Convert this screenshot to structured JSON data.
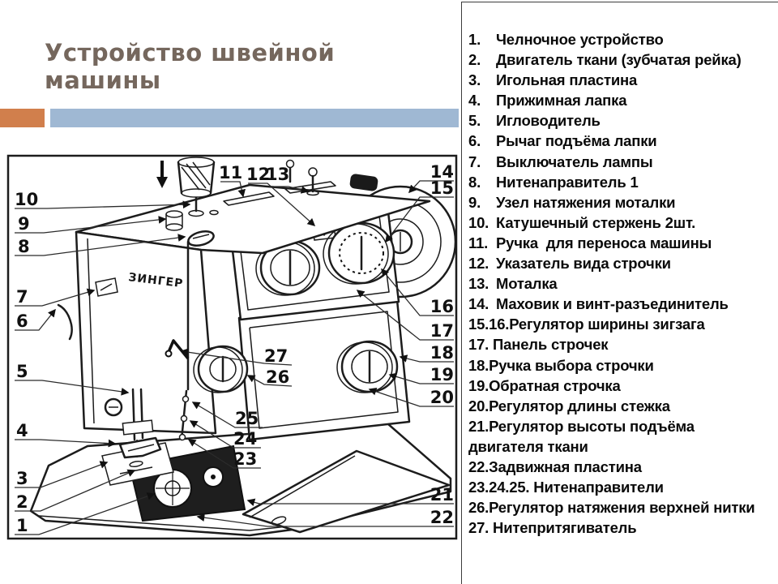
{
  "slide": {
    "title": "Устройство швейной машины",
    "title_color": "#75675d",
    "accent_colors": {
      "orange": "#d17f4c",
      "blue": "#9fb8d3"
    }
  },
  "diagram": {
    "brand_label": "ЗИНГЕР",
    "callouts": [
      "1",
      "2",
      "3",
      "4",
      "5",
      "6",
      "7",
      "8",
      "9",
      "10",
      "11",
      "12",
      "13",
      "14",
      "15",
      "16",
      "17",
      "18",
      "19",
      "20",
      "21",
      "22",
      "23",
      "24",
      "25",
      "26",
      "27"
    ]
  },
  "parts_list": {
    "items": [
      {
        "num": "1.",
        "text": "Челночное устройство"
      },
      {
        "num": "2.",
        "text": "Двигатель ткани (зубчатая рейка)"
      },
      {
        "num": "3.",
        "text": "Игольная пластина"
      },
      {
        "num": "4.",
        "text": "Прижимная лапка"
      },
      {
        "num": "5.",
        "text": "Игловодитель"
      },
      {
        "num": "6.",
        "text": "Рычаг подъёма лапки"
      },
      {
        "num": "7.",
        "text": "Выключатель лампы"
      },
      {
        "num": "8.",
        "text": "Нитенаправитель 1"
      },
      {
        "num": "9.",
        "text": "Узел натяжения моталки"
      },
      {
        "num": "10.",
        "text": "Катушечный стержень 2шт."
      },
      {
        "num": "11.",
        "text": "Ручка  для переноса машины"
      },
      {
        "num": "12.",
        "text": "Указатель вида строчки"
      },
      {
        "num": "13.",
        "text": "Моталка"
      },
      {
        "num": "14.",
        "text": "Маховик и винт-разъединитель"
      },
      {
        "num": "",
        "text": "15.16.Регулятор ширины зигзага"
      },
      {
        "num": "",
        "text": "17. Панель строчек"
      },
      {
        "num": "",
        "text": "18.Ручка выбора строчки"
      },
      {
        "num": "",
        "text": "19.Обратная строчка"
      },
      {
        "num": "",
        "text": "20.Регулятор длины стежка"
      },
      {
        "num": "",
        "text": "21.Регулятор высоты подъёма двигателя ткани"
      },
      {
        "num": "",
        "text": "22.Задвижная пластина"
      },
      {
        "num": "",
        "text": "23.24.25. Нитенаправители"
      },
      {
        "num": "",
        "text": "26.Регулятор натяжения верхней нитки"
      },
      {
        "num": "",
        "text": "27. Нитепритягиватель"
      }
    ]
  }
}
